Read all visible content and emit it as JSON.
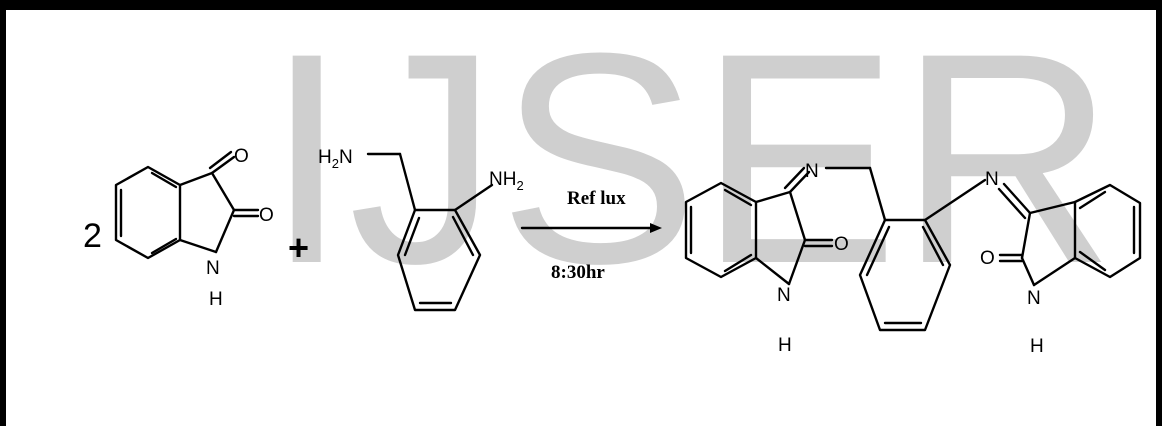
{
  "watermark": "IJSER",
  "reaction": {
    "coefficient": "2",
    "plus": "+",
    "condition_top": "Ref lux",
    "condition_bottom": "8:30hr"
  },
  "reactant1": {
    "o_top": "O",
    "o_right": "O",
    "n": "N",
    "h": "H"
  },
  "reactant2": {
    "h2n": "H",
    "h2n_sub": "2",
    "h2n_n": "N",
    "nh2_n": "NH",
    "nh2_sub": "2"
  },
  "product": {
    "n_left": "N",
    "o_left": "O",
    "nh_left_n": "N",
    "nh_left_h": "H",
    "n_right": "N",
    "o_right": "O",
    "nh_right_n": "N",
    "nh_right_h": "H"
  }
}
